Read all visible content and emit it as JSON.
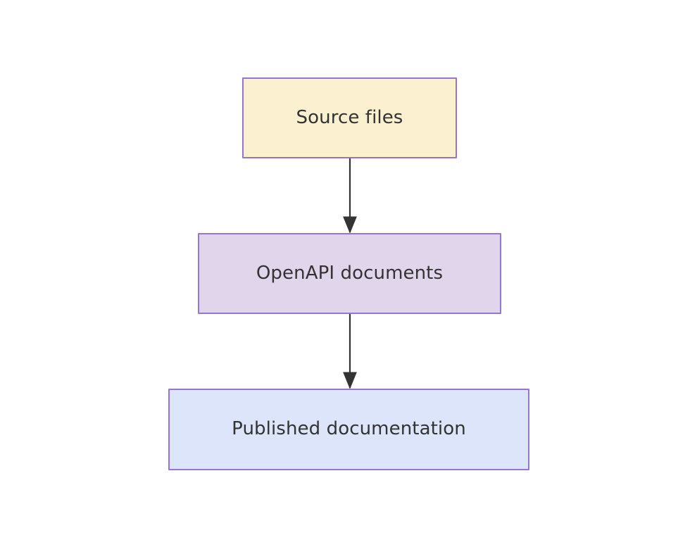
{
  "diagram": {
    "type": "flowchart",
    "direction": "top-to-bottom",
    "background_color": "#ffffff",
    "nodes": [
      {
        "id": "source-files",
        "label": "Source files",
        "shape": "rectangle",
        "fill_color": "#fbf0d0",
        "border_color": "#9575cd",
        "text_color": "#333333"
      },
      {
        "id": "openapi-documents",
        "label": "OpenAPI documents",
        "shape": "rectangle",
        "fill_color": "#e1d5ec",
        "border_color": "#9575cd",
        "text_color": "#333333"
      },
      {
        "id": "published-documentation",
        "label": "Published documentation",
        "shape": "rectangle",
        "fill_color": "#dce5f9",
        "border_color": "#9575cd",
        "text_color": "#333333"
      }
    ],
    "edges": [
      {
        "id": "edge-source-to-openapi",
        "from": "source-files",
        "to": "openapi-documents",
        "label": "",
        "arrowhead": "solid-triangle",
        "line_color": "#333333"
      },
      {
        "id": "edge-openapi-to-published",
        "from": "openapi-documents",
        "to": "published-documentation",
        "label": "",
        "arrowhead": "solid-triangle",
        "line_color": "#333333"
      }
    ]
  }
}
